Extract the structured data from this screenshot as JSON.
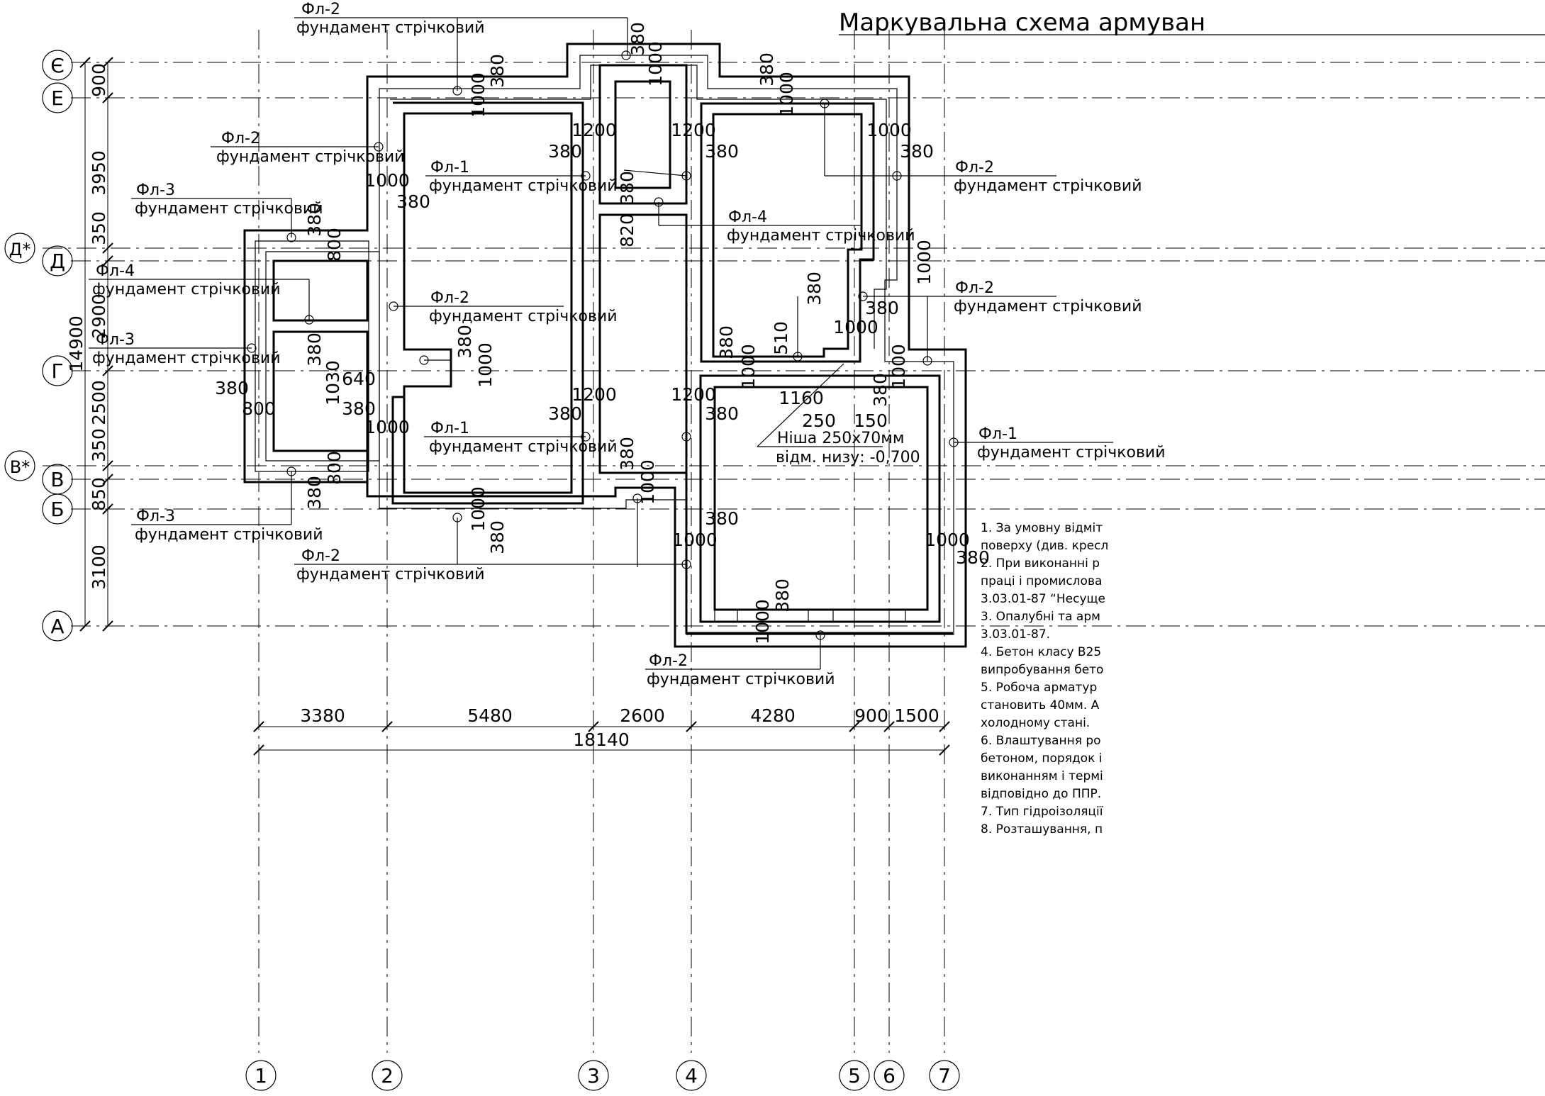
{
  "title": "Маркувальна схема армуван",
  "axes_letters": [
    "Є",
    "Е",
    "Д*",
    "Д",
    "Г",
    "В*",
    "В",
    "Б",
    "А"
  ],
  "axes_numbers": [
    "1",
    "2",
    "3",
    "4",
    "5",
    "6",
    "7"
  ],
  "dims_bottom": [
    "3380",
    "5480",
    "2600",
    "4280",
    "900",
    "1500"
  ],
  "dim_total": "18140",
  "dim_overall_left": "14900",
  "dims_left": [
    "900",
    "3950",
    "350",
    "2900",
    "2500",
    "350",
    "850",
    "3100"
  ],
  "foundation_caption": "фундамент стрічковий",
  "foundation_marks": [
    "Фл-1",
    "Фл-2",
    "Фл-3",
    "Фл-4"
  ],
  "niche": {
    "line1": "Ніша 250х70мм",
    "line2": "відм. низу: -0,700"
  },
  "inner_dims": [
    "380",
    "1000",
    "1200",
    "800",
    "820",
    "510",
    "1160",
    "250",
    "150",
    "640",
    "1030"
  ],
  "notes": [
    "1. За умовну відміт",
    "поверху (див. кресл",
    "2. При виконанні р",
    "праці і промислова",
    "3.03.01-87 “Несуще",
    "3. Опалубні та арм",
    "3.03.01-87.",
    "4. Бетон класу В25",
    "випробування бето",
    "5. Робоча арматур",
    "становить 40мм. А",
    "холодному стані.",
    "6. Влаштування ро",
    "бетоном, порядок і",
    "виконанням і термі",
    "відповідно до ППР.",
    "7. Тип гідроізоляції",
    "8. Розташування, п"
  ]
}
